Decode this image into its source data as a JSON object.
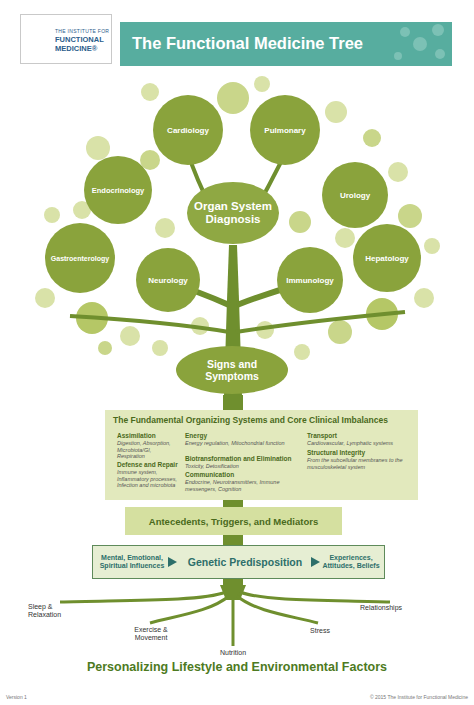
{
  "diagram": {
    "title": "The Functional Medicine Tree",
    "nodes": [
      {
        "text": [
          "THE INSTITUTE FOR",
          "FUNCTIONAL MEDICINE®"
        ]
      },
      {
        "text": [
          "Cardiology"
        ]
      },
      {
        "text": [
          "Pulmonary"
        ]
      },
      {
        "text": [
          "Endocrinology"
        ]
      },
      {
        "text": [
          "Organ System Diagnosis"
        ]
      },
      {
        "text": [
          "Urology"
        ]
      },
      {
        "text": [
          "Gastroenterology"
        ]
      },
      {
        "text": [
          "Hepatology"
        ]
      },
      {
        "text": [
          "Neurology"
        ]
      },
      {
        "text": [
          "Immunology"
        ]
      },
      {
        "text": [
          "Signs and Symptoms"
        ]
      },
      {
        "text": [
          "The Fundamental Organizing Systems and Core Clinical Imbalances",
          "Assimilation",
          "Digestion, Absorption, Microbiota/GI, Respiration",
          "Defense and Repair",
          "Immune system, Inflammatory processes, Infection and microbiota",
          "Energy",
          "Energy regulation, Mitochondrial function",
          "Biotransformation and Elimination",
          "Toxicity, Detoxification",
          "Communication",
          "Endocrine, Neurotransmitters, Immune messengers, Cognition",
          "Transport",
          "Cardiovascular, Lymphatic systems",
          "Structural Integrity",
          "From the subcellular membranes to the musculoskeletal system"
        ]
      },
      {
        "text": [
          "Antecedents, Triggers, and Mediators"
        ]
      },
      {
        "text": [
          "Mental, Emotional, Spiritual Influences",
          "Genetic Predisposition",
          "Experiences, Attitudes, Beliefs"
        ]
      }
    ],
    "labels": [
      "Sleep & Relaxation",
      "Exercise & Movement",
      "Nutrition",
      "Stress",
      "Relationships",
      "Personalizing Lifestyle and Environmental Factors",
      "Version 1",
      "© 2015 The Institute for Functional Medicine"
    ]
  }
}
